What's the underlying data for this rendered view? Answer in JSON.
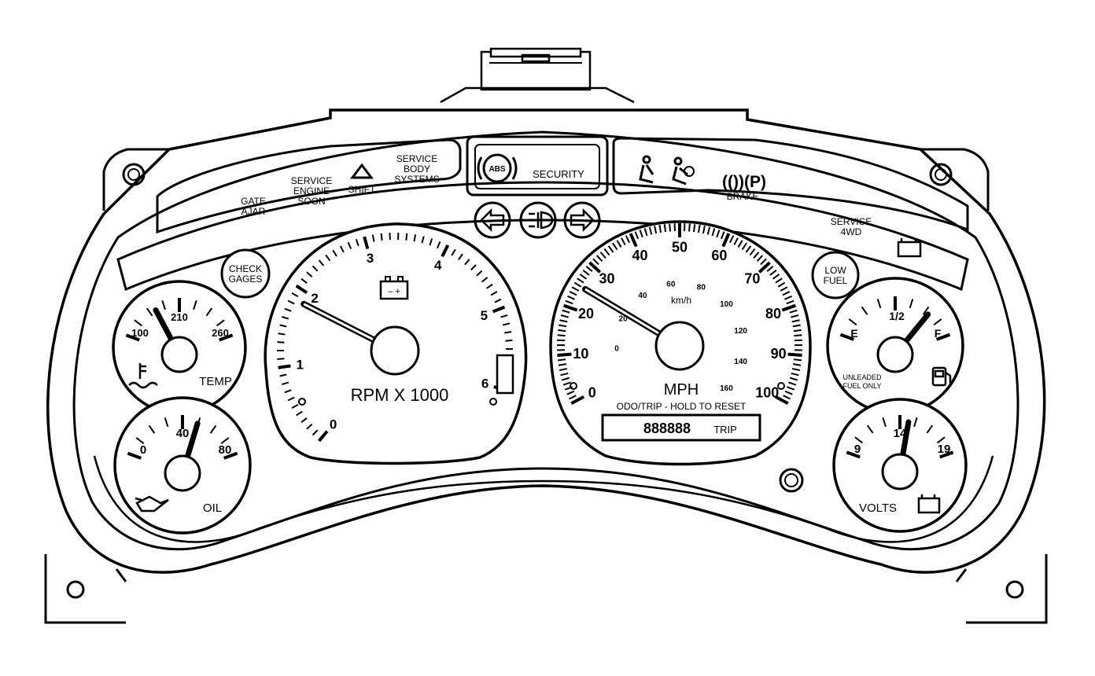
{
  "indicators": {
    "gate_ajar": [
      "GATE",
      "AJAR"
    ],
    "service_engine_soon": [
      "SERVICE",
      "ENGINE",
      "SOON"
    ],
    "shift": "SHIFT",
    "service_body_systems": [
      "SERVICE",
      "BODY",
      "SYSTEMS"
    ],
    "abs": "ABS",
    "security": "SECURITY",
    "brake": "BRAKE",
    "brake_symbol": "(())(P)",
    "service_4wd": [
      "SERVICE",
      "4WD"
    ],
    "check_gages": [
      "CHECK",
      "GAGES"
    ],
    "low_fuel": [
      "LOW",
      "FUEL"
    ]
  },
  "tachometer": {
    "title": "RPM X 1000",
    "ticks": [
      "0",
      "1",
      "2",
      "3",
      "4",
      "5",
      "6"
    ],
    "min": 0,
    "max": 6,
    "value": 1.85
  },
  "speedometer": {
    "title": "MPH",
    "mph_ticks": [
      "0",
      "10",
      "20",
      "30",
      "40",
      "50",
      "60",
      "70",
      "80",
      "90",
      "100"
    ],
    "kmh_unit": "km/h",
    "kmh_ticks": [
      "0",
      "20",
      "40",
      "60",
      "80",
      "100",
      "120",
      "140",
      "160"
    ],
    "odo_caption": "ODO/TRIP - HOLD TO RESET",
    "odometer": "888888",
    "trip_label": "TRIP",
    "min": 0,
    "max": 100,
    "value": 25
  },
  "temp_gauge": {
    "label": "TEMP",
    "ticks": [
      "100",
      "210",
      "260"
    ],
    "value_fraction": 0.3
  },
  "oil_gauge": {
    "label": "OIL",
    "ticks": [
      "0",
      "40",
      "80"
    ],
    "value_fraction": 0.62
  },
  "fuel_gauge": {
    "ticks": [
      "E",
      "1/2",
      "F"
    ],
    "note": [
      "UNLEADED",
      "FUEL ONLY"
    ],
    "value_fraction": 0.78
  },
  "volt_gauge": {
    "label": "VOLTS",
    "ticks": [
      "9",
      "14",
      "19"
    ],
    "value_fraction": 0.57
  },
  "colors": {
    "line": "#000000",
    "background": "#ffffff"
  }
}
